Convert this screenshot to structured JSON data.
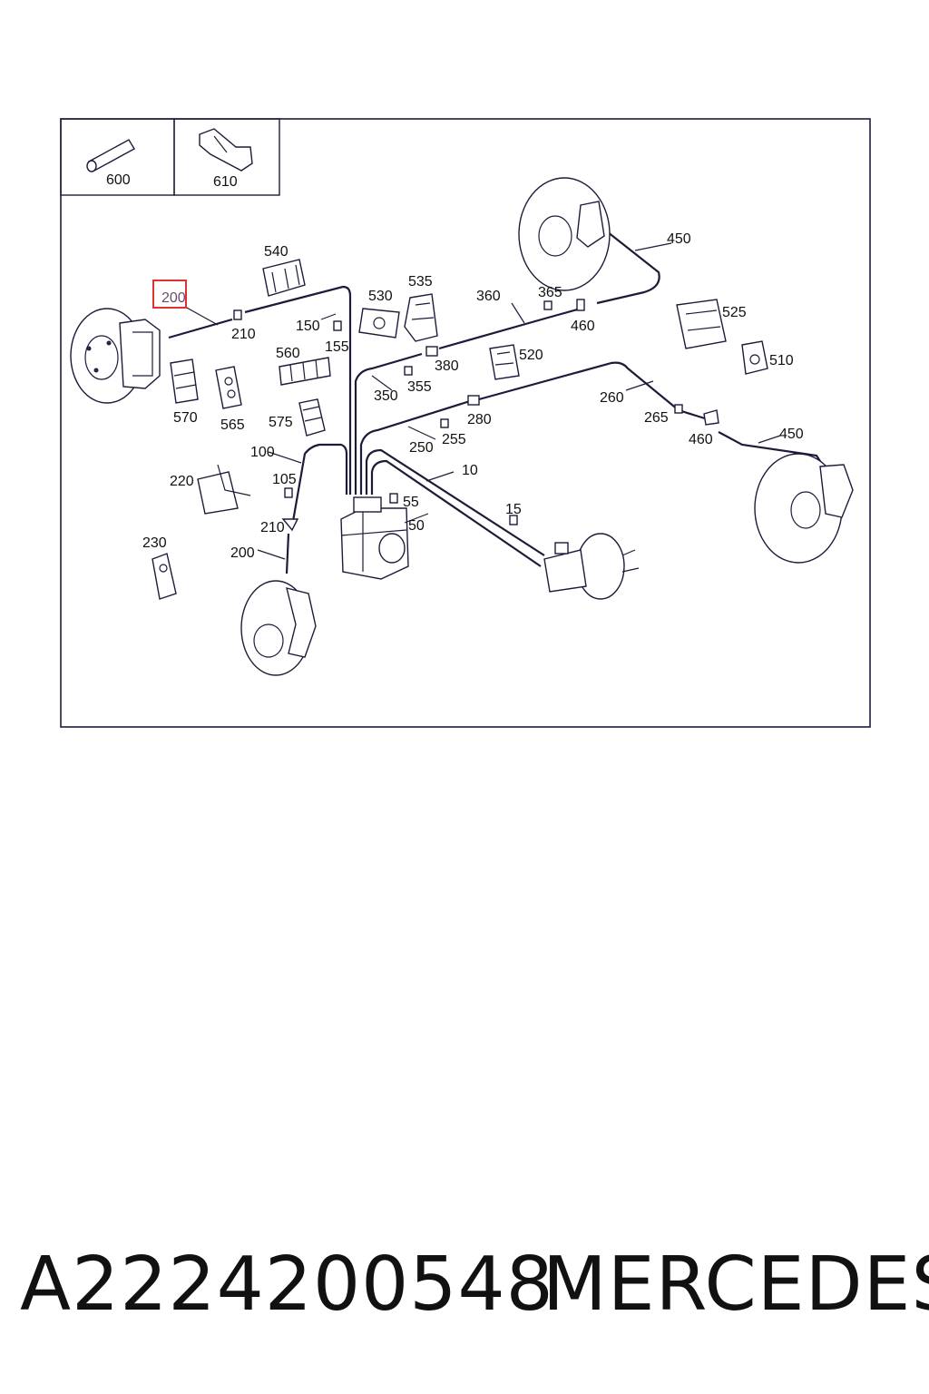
{
  "inset_labels": [
    "600",
    "610"
  ],
  "labels": [
    "540",
    "200",
    "210",
    "150",
    "155",
    "530",
    "535",
    "360",
    "365",
    "460",
    "450",
    "525",
    "510",
    "560",
    "575",
    "570",
    "565",
    "380",
    "355",
    "350",
    "520",
    "260",
    "280",
    "250",
    "255",
    "265",
    "460",
    "450",
    "100",
    "220",
    "105",
    "10",
    "55",
    "15",
    "50",
    "210",
    "230",
    "200"
  ],
  "highlight": {
    "label": "200",
    "color": "#e0302f"
  },
  "footer": {
    "part_number": "A2224200548",
    "brand": "MERCEDES"
  }
}
